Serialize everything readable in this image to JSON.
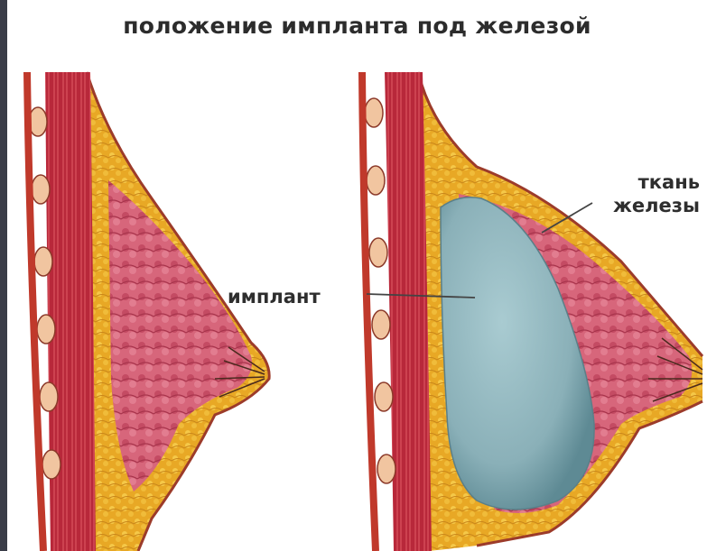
{
  "title": "положение импланта под железой",
  "labels": {
    "implant": "имплант",
    "gland_tissue_line1": "ткань",
    "gland_tissue_line2": "железы"
  },
  "colors": {
    "muscle": "#b8283a",
    "fat": "#e8a825",
    "gland": "#d45a70",
    "implant": "#8fb5bd",
    "background": "#ffffff"
  }
}
